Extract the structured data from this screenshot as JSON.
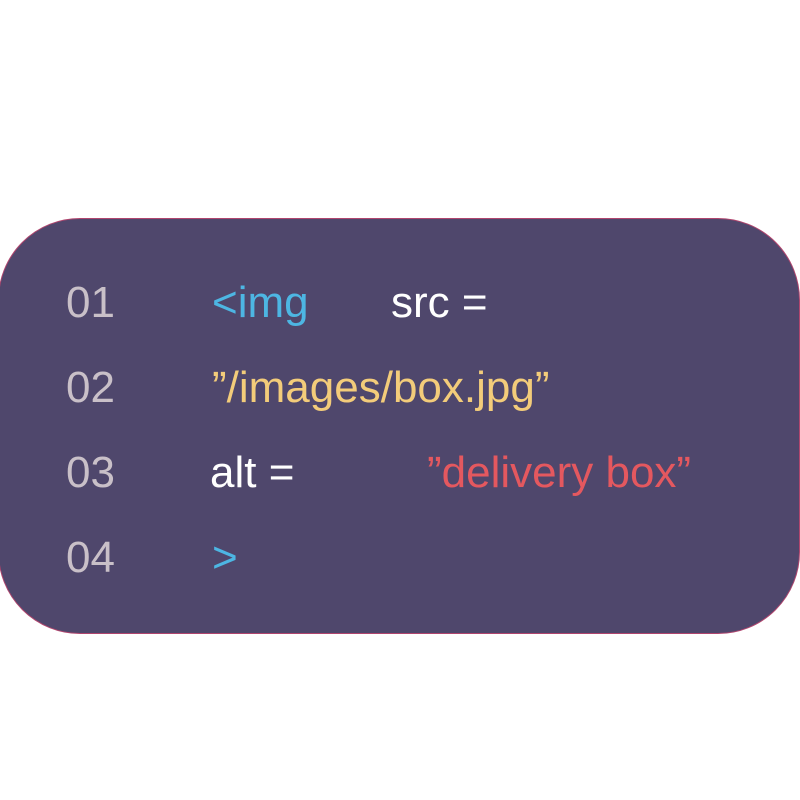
{
  "lines": [
    {
      "number": "01",
      "tokens": [
        "<img",
        "src ="
      ]
    },
    {
      "number": "02",
      "tokens": [
        "”/images/box.jpg”"
      ]
    },
    {
      "number": "03",
      "tokens": [
        "alt =",
        "”delivery box”"
      ]
    },
    {
      "number": "04",
      "tokens": [
        ">"
      ]
    }
  ],
  "colors": {
    "background": "#4f476c",
    "line_number": "#c9c0c8",
    "tag": "#4db6e3",
    "attribute": "#ffffff",
    "src_value": "#f3cc7a",
    "alt_value": "#e4585f"
  }
}
